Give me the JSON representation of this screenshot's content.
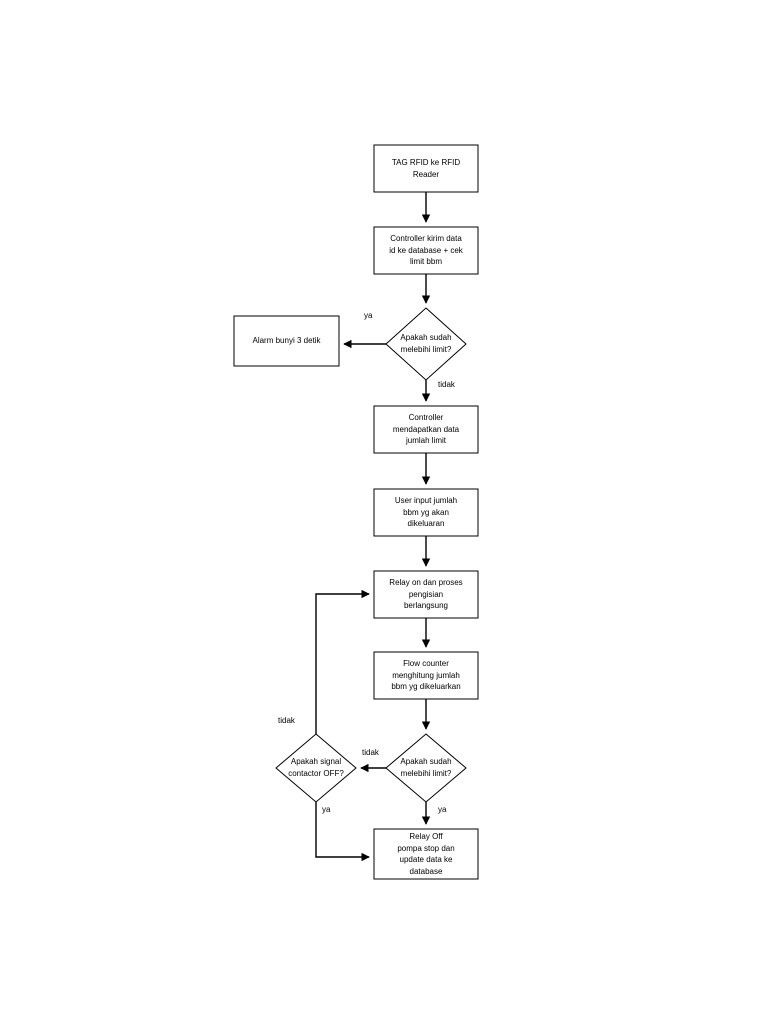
{
  "diagram": {
    "type": "flowchart",
    "title": "",
    "language": "id",
    "stroke_color": "#000000",
    "fill_color": "#ffffff",
    "text_color": "#000000",
    "nodes": [
      {
        "id": "n1",
        "shape": "process",
        "label": "TAG RFID ke RFID\nReader"
      },
      {
        "id": "n2",
        "shape": "process",
        "label": "Controller kirim data\nid ke database + cek\nlimit bbm"
      },
      {
        "id": "n3",
        "shape": "decision",
        "label": "Apakah sudah\nmelebihi limit?"
      },
      {
        "id": "n4",
        "shape": "process",
        "label": "Alarm bunyi 3 detik"
      },
      {
        "id": "n5",
        "shape": "process",
        "label": "Controller\nmendapatkan data\njumlah limit"
      },
      {
        "id": "n6",
        "shape": "process",
        "label": "User input jumlah\nbbm yg akan\ndikeluaran"
      },
      {
        "id": "n7",
        "shape": "process",
        "label": "Relay on dan proses\npengisian\nberlangsung"
      },
      {
        "id": "n8",
        "shape": "process",
        "label": "Flow counter\nmenghitung jumlah\nbbm yg dikeluarkan"
      },
      {
        "id": "n9",
        "shape": "decision",
        "label": "Apakah sudah\nmelebihi limit?"
      },
      {
        "id": "n10",
        "shape": "decision",
        "label": "Apakah signal\ncontactor OFF?"
      },
      {
        "id": "n11",
        "shape": "process",
        "label": "Relay Off\npompa stop dan\nupdate data ke\ndatabase"
      }
    ],
    "edge_labels": {
      "e_n3_yes": "ya",
      "e_n3_no": "tidak",
      "e_n9_no": "tidak",
      "e_n9_yes": "ya",
      "e_n10_no": "tidak",
      "e_n10_yes": "ya"
    }
  }
}
